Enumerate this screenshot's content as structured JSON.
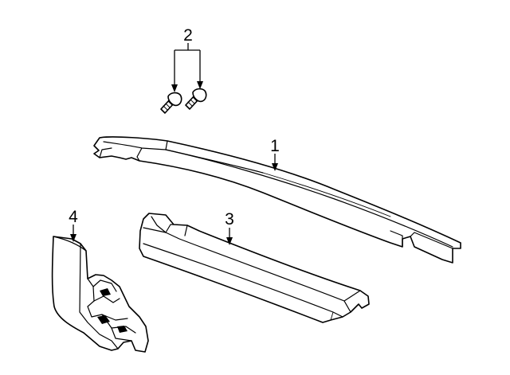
{
  "callouts": {
    "c1": "1",
    "c2": "2",
    "c3": "3",
    "c4": "4"
  },
  "colors": {
    "stroke": "#000000",
    "background": "#ffffff"
  }
}
